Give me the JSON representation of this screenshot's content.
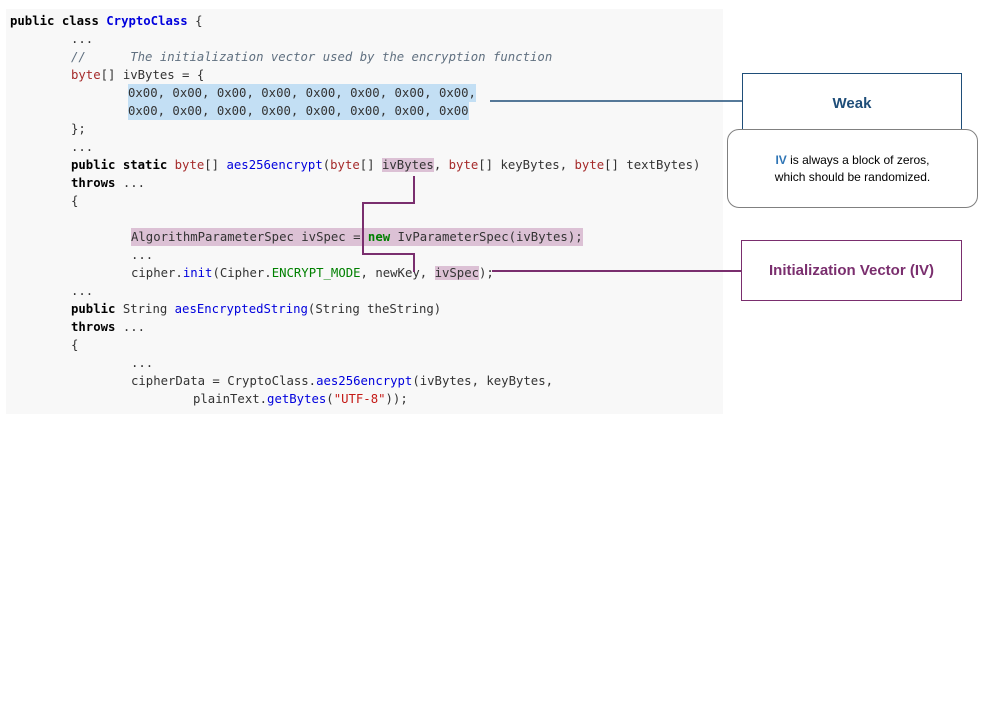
{
  "code": {
    "line1": {
      "kw1": "public",
      "kw2": "class",
      "cls": "CryptoClass",
      "rest": " {"
    },
    "line2": "...",
    "line3": "//      The initialization vector used by the encryption function",
    "line4": {
      "ty": "byte",
      "rest": "[] ivBytes = {"
    },
    "line5": "0x00, 0x00, 0x00, 0x00, 0x00, 0x00, 0x00, 0x00,",
    "line6": "0x00, 0x00, 0x00, 0x00, 0x00, 0x00, 0x00, 0x00",
    "line7": "};",
    "line8": "...",
    "line9": {
      "kw1": "public",
      "kw2": "static",
      "ty1": "byte",
      "a": "[] ",
      "fn": "aes256encrypt",
      "b": "(",
      "ty2": "byte",
      "c": "[] ",
      "param1": "ivBytes",
      "d": ", ",
      "ty3": "byte",
      "e": "[] keyBytes, ",
      "ty4": "byte",
      "f": "[] textBytes)"
    },
    "line10": {
      "kw": "throws",
      "rest": " ..."
    },
    "line11": "{",
    "line12": {
      "a": "AlgorithmParameterSpec ivSpec = ",
      "kw": "new",
      "b": " IvParameterSpec(ivBytes);"
    },
    "line13": "...",
    "line14": {
      "a": "cipher.",
      "fn": "init",
      "b": "(Cipher.",
      "cn": "ENCRYPT_MODE",
      "c": ", newKey, ",
      "hl": "ivSpec",
      "d": ");"
    },
    "line15": "...",
    "line16": {
      "kw": "public",
      "a": " String ",
      "fn": "aesEncryptedString",
      "b": "(String theString)"
    },
    "line17": {
      "kw": "throws",
      "rest": " ..."
    },
    "line18": "{",
    "line19": "...",
    "line20": {
      "a": "cipherData = CryptoClass.",
      "fn": "aes256encrypt",
      "b": "(ivBytes, keyBytes,"
    },
    "line21": {
      "a": "plainText.",
      "fn": "getBytes",
      "b": "(",
      "st": "\"UTF-8\"",
      "c": "));"
    }
  },
  "callouts": {
    "weak_label": "Weak",
    "desc_iv": "IV",
    "desc_text1": " is always a block of zeros,",
    "desc_text2": "which should be randomized.",
    "iv_label": "Initialization Vector (IV)"
  },
  "colors": {
    "weak": "#1f4e79",
    "iv": "#7a2e6e",
    "highlight_blue": "#c3dff4",
    "highlight_purple": "#dcc1d5"
  }
}
